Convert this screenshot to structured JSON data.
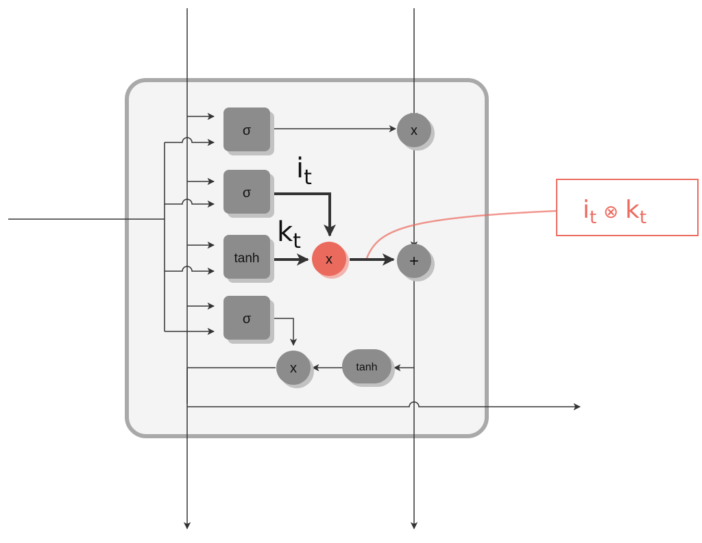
{
  "diagram": {
    "gates": {
      "forget": "σ",
      "input": "σ",
      "candidate": "tanh",
      "output": "σ"
    },
    "ops": {
      "forget_multiply": "x",
      "input_multiply": "x",
      "cell_add": "+",
      "output_multiply": "x",
      "cell_tanh": "tanh"
    },
    "labels": {
      "input_gate": {
        "base": "i",
        "sub": "t"
      },
      "candidate": {
        "base": "k",
        "sub": "t"
      }
    },
    "callout": {
      "left": {
        "base": "i",
        "sub": "t"
      },
      "operator": "⊗",
      "right": {
        "base": "k",
        "sub": "t"
      }
    },
    "colors": {
      "cell_fill": "#f4f4f4",
      "cell_border": "#a9a9a9",
      "gate_fill": "#8c8c8c",
      "gate_shadow": "#c2c2c2",
      "highlight": "#eb6a5e",
      "line": "#333333"
    }
  }
}
